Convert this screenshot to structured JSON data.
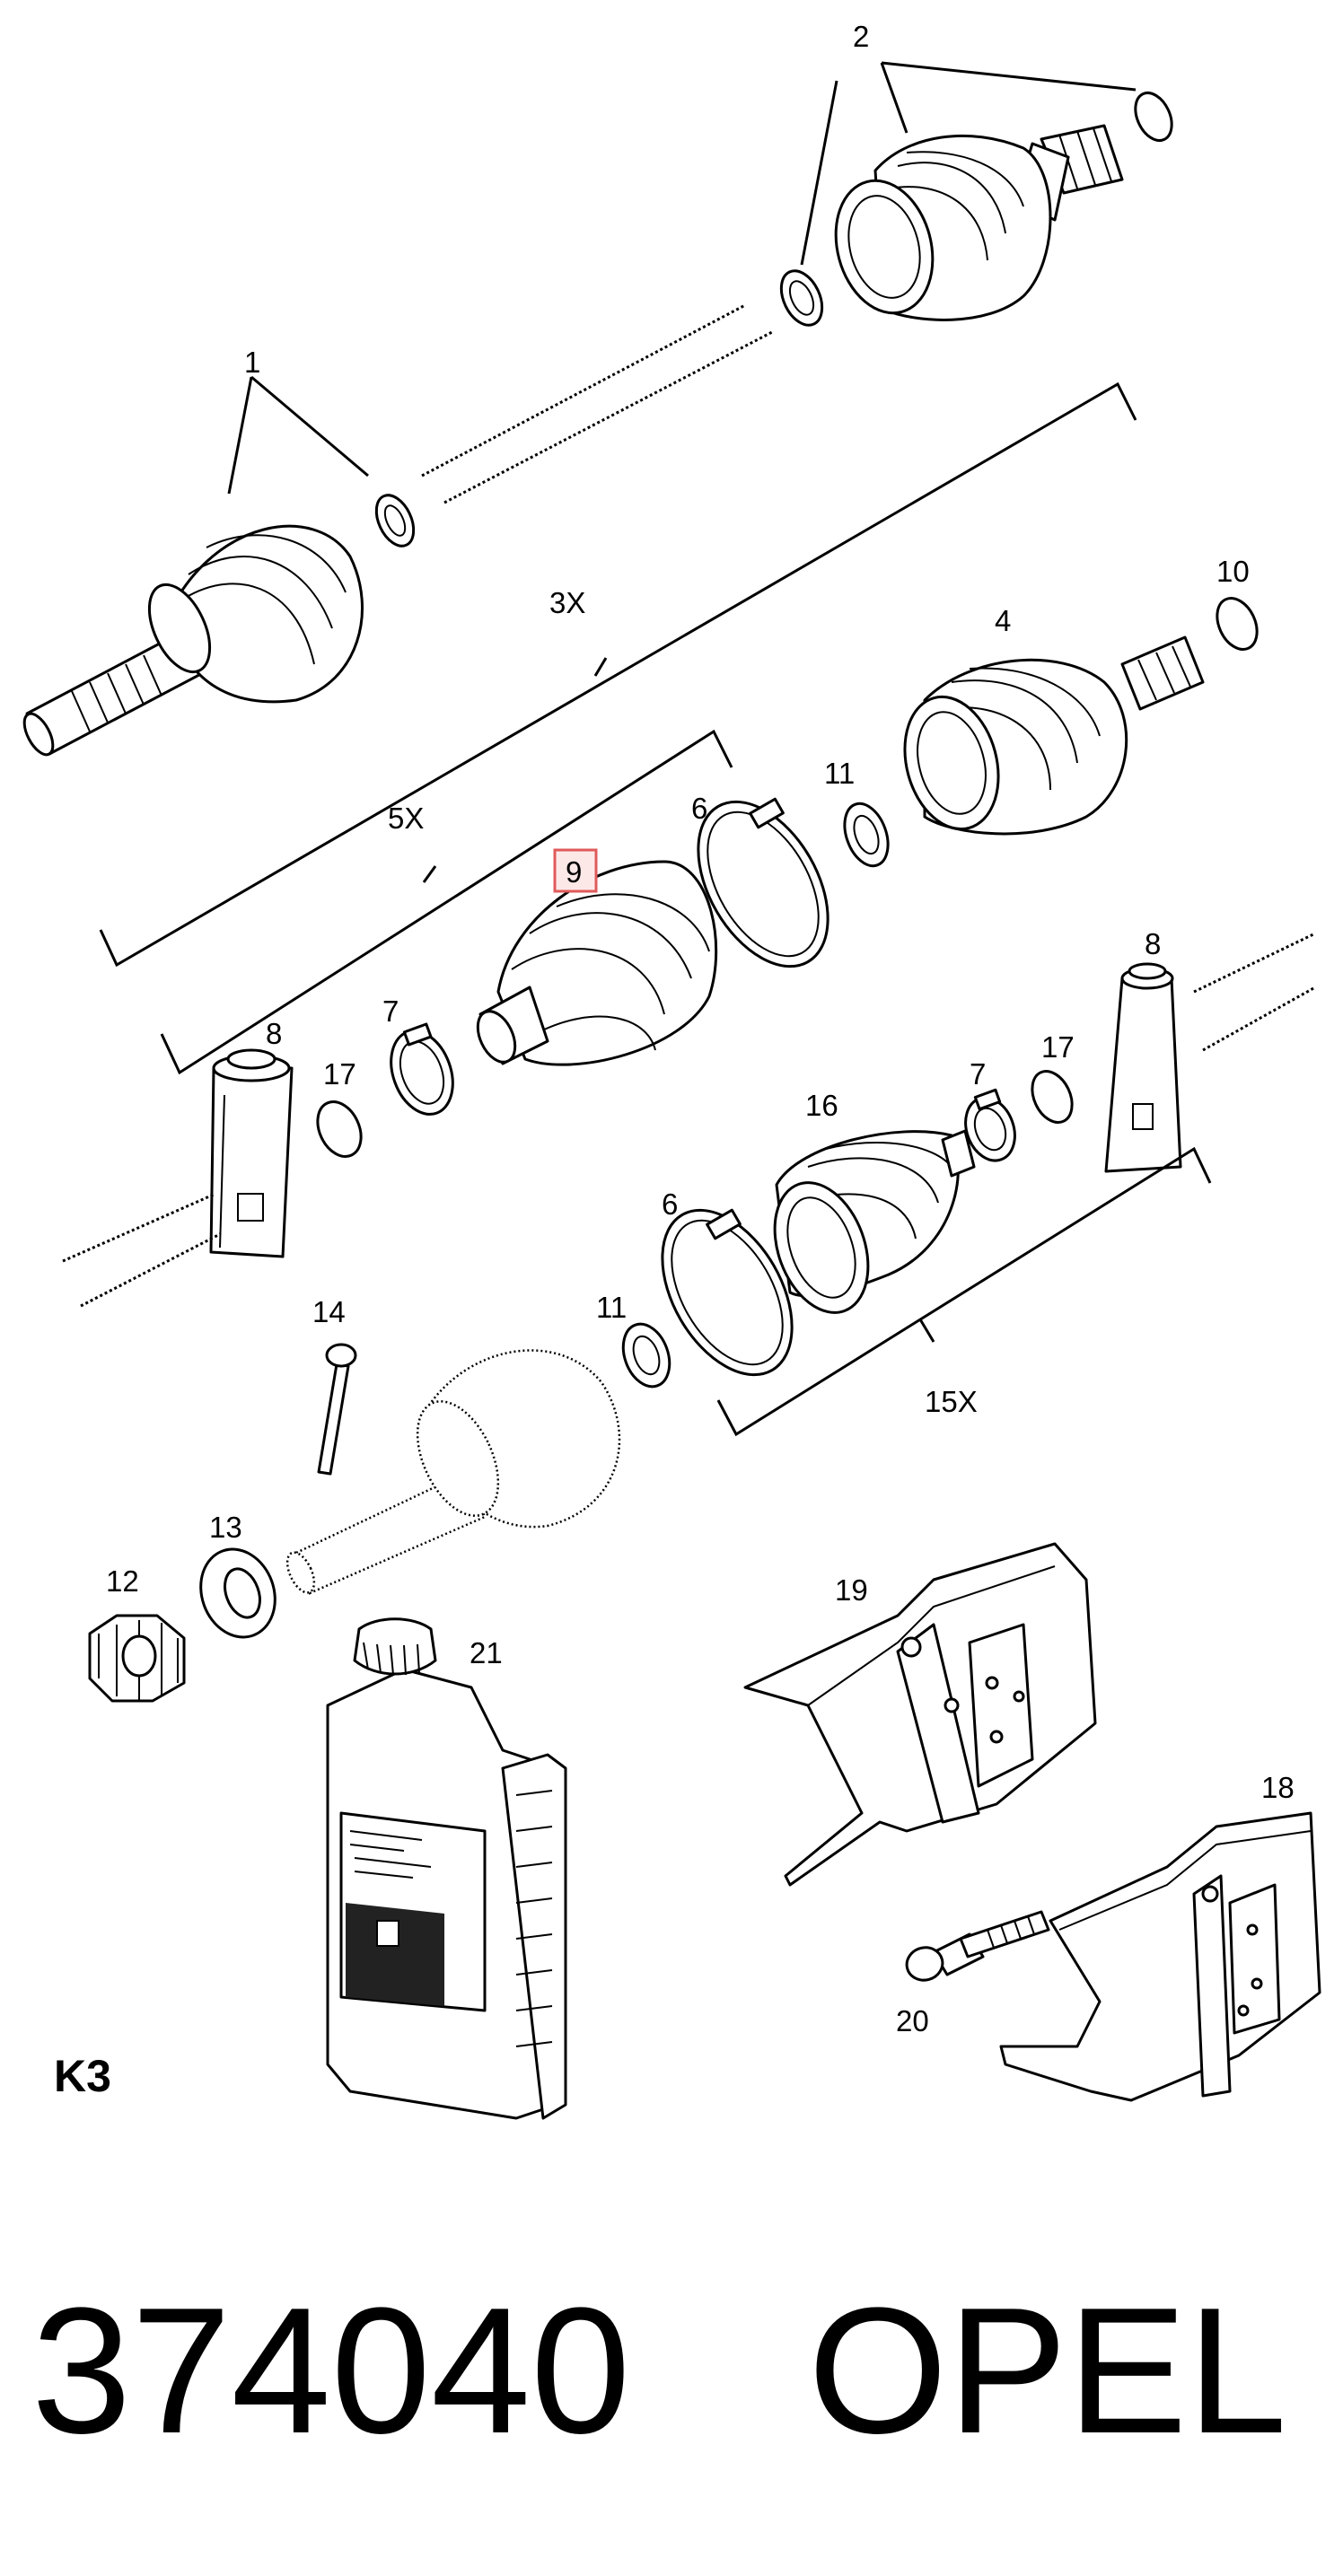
{
  "part_labels": {
    "p1": "1",
    "p2": "2",
    "p3x": "3X",
    "p4": "4",
    "p5x": "5X",
    "p6a": "6",
    "p6b": "6",
    "p7a": "7",
    "p7b": "7",
    "p8a": "8",
    "p8b": "8",
    "p9": "9",
    "p10": "10",
    "p11a": "11",
    "p11b": "11",
    "p12": "12",
    "p13": "13",
    "p14": "14",
    "p15x": "15X",
    "p16": "16",
    "p17a": "17",
    "p17b": "17",
    "p18": "18",
    "p19": "19",
    "p20": "20",
    "p21": "21"
  },
  "highlight_color": "#e05a5a",
  "section_code": "K3",
  "part_number": "374040",
  "brand": "OPEL"
}
